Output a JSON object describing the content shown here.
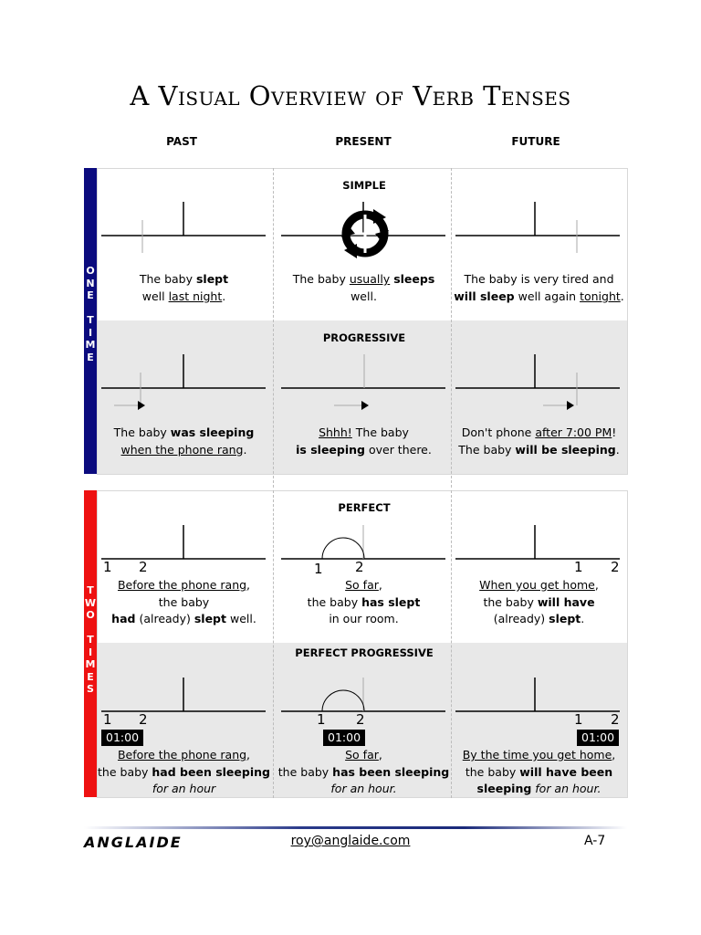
{
  "title": "A Visual Overview of Verb Tenses",
  "columns": {
    "past": "PAST",
    "present": "PRESENT",
    "future": "FUTURE"
  },
  "bands": {
    "one_time": "O\nN\nE\n\nT\nI\nM\nE",
    "two_times": "T\nW\nO\n\nT\nI\nM\nE\nS"
  },
  "sections": {
    "simple": "SIMPLE",
    "progressive": "PROGRESSIVE",
    "perfect": "PERFECT",
    "perfect_progressive": "PERFECT PROGRESSIVE"
  },
  "timeline_labels": {
    "one": "1",
    "two": "2",
    "clock": "01:00"
  },
  "sentences": {
    "simple_past": {
      "a": "The baby ",
      "b": "slept",
      "c": "well ",
      "d": "last night",
      "e": "."
    },
    "simple_present": {
      "a": "The baby ",
      "b": "usually",
      "c": " ",
      "d": "sleeps",
      "e": "well."
    },
    "simple_future": {
      "a": "The baby is very tired and ",
      "b": "will sleep",
      "c": " well again ",
      "d": "tonight",
      "e": "."
    },
    "prog_past": {
      "a": "The baby ",
      "b": "was sleeping",
      "c": "when the phone rang",
      "d": "."
    },
    "prog_present": {
      "a": "Shhh!",
      "b": "  The baby",
      "c": "is sleeping",
      "d": " over there."
    },
    "prog_future": {
      "a": "Don't phone ",
      "b": "after 7:00 PM",
      "c": "!",
      "d": "The baby ",
      "e": "will be sleeping",
      "f": "."
    },
    "perf_past": {
      "a": "Before the phone rang",
      "b": ",",
      "c": "the baby",
      "d": "had",
      "e": " (already) ",
      "f": "slept",
      "g": " well."
    },
    "perf_present": {
      "a": "So far",
      "b": ",",
      "c": "the baby ",
      "d": "has slept",
      "e": "in our room."
    },
    "perf_future": {
      "a": "When you get home",
      "b": ",",
      "c": "the baby ",
      "d": "will have",
      "e": "(already) ",
      "f": "slept",
      "g": "."
    },
    "pp_past": {
      "a": "Before the phone rang",
      "b": ",",
      "c": "the baby ",
      "d": "had been sleeping",
      "e": "for an hour"
    },
    "pp_present": {
      "a": "So far",
      "b": ",",
      "c": "the baby ",
      "d": "has been sleeping",
      "e": "for an hour."
    },
    "pp_future": {
      "a": "By the time you get home",
      "b": ",",
      "c": "the baby ",
      "d": "will have been",
      "e": "sleeping",
      "f": " for an hour."
    }
  },
  "footer": {
    "logo": "ANGLAIDE",
    "email": "roy@anglaide.com",
    "page": "A-7"
  },
  "colors": {
    "one_time_band": "#0b0b7e",
    "two_times_band": "#ee1111",
    "grey_row": "#e8e8e8"
  }
}
